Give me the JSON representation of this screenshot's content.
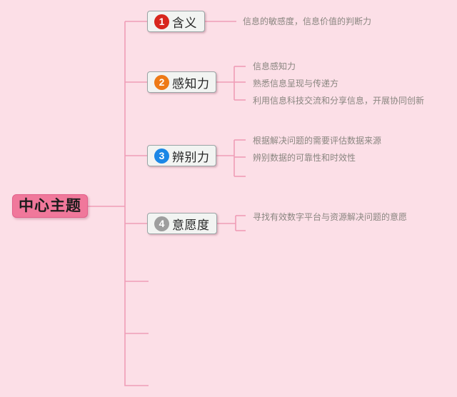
{
  "colors": {
    "background": "#fcdfe7",
    "line": "#ef9db7",
    "central_fill": "#f0789b",
    "central_border": "#e2608a",
    "central_text": "#1c1c1c",
    "node_fill": "#f2f4f2",
    "node_border": "#9aa5a6",
    "node_text": "#262626",
    "leaf_text": "#8a8680",
    "badge_text": "#ffffff"
  },
  "central": {
    "label": "中心主题"
  },
  "branches": [
    {
      "number": "1",
      "label": "含义",
      "badge_color": "#d8271e",
      "leaves": [
        "信息的敏感度，信息价值的判断力"
      ]
    },
    {
      "number": "2",
      "label": "感知力",
      "badge_color": "#ee7a17",
      "leaves": [
        "信息感知力",
        "熟悉信息呈现与传递方",
        "利用信息科技交流和分享信息，开展协同创新"
      ]
    },
    {
      "number": "3",
      "label": "辨别力",
      "badge_color": "#1b87e6",
      "leaves": [
        "根据解决问题的需要评估数据来源",
        "辨别数据的可靠性和时效性"
      ]
    },
    {
      "number": "4",
      "label": "意愿度",
      "badge_color": "#9e9e9e",
      "leaves": [
        "寻找有效数字平台与资源解决问题的意愿"
      ]
    }
  ]
}
